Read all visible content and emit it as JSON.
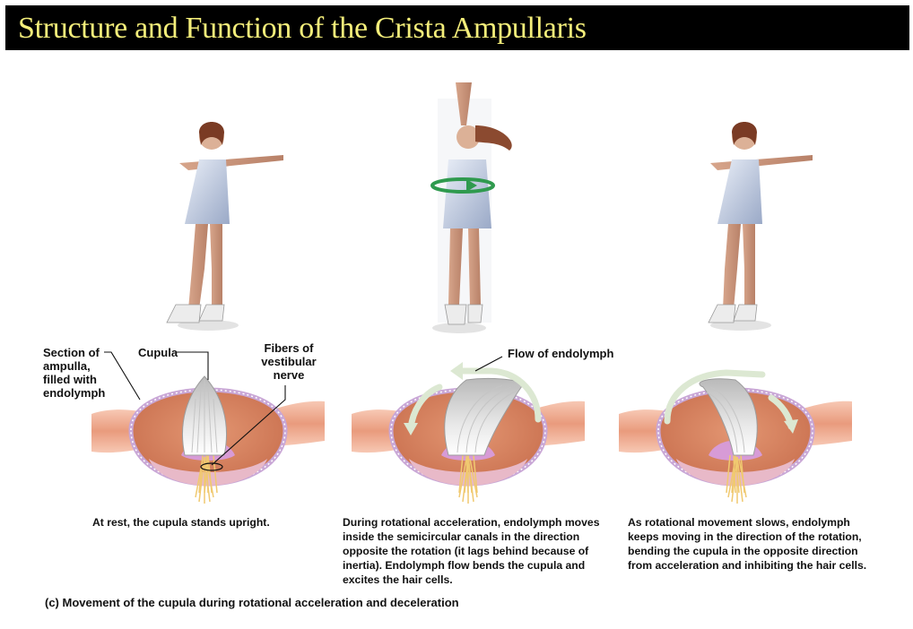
{
  "title": "Structure and Function of the Crista Ampullaris",
  "labels": {
    "section": "Section of ampulla, filled with endolymph",
    "cupula": "Cupula",
    "fibers": "Fibers of vestibular nerve",
    "flow": "Flow of endolymph"
  },
  "captions": {
    "rest": "At rest, the cupula stands upright.",
    "acceleration": "During rotational acceleration, endolymph moves inside the semicircular canals in the direction opposite the rotation (it lags behind because of inertia). Endolymph flow bends the cupula and excites the hair cells.",
    "deceleration": "As rotational movement slows, endolymph keeps moving in the direction of the rotation, bending the cupula in the opposite direction from acceleration and inhibiting the hair cells."
  },
  "figure_caption": "(c) Movement of the cupula during rotational acceleration and deceleration",
  "colors": {
    "title_bar": "#000000",
    "title_text": "#f4ee7a",
    "ampulla_fill": "#d9825f",
    "ampulla_border": "#c9a7d6",
    "nerve_stem": "#f0c970",
    "flow_arrow": "#dce8d2",
    "rotation_arrow": "#2f9a4e"
  }
}
